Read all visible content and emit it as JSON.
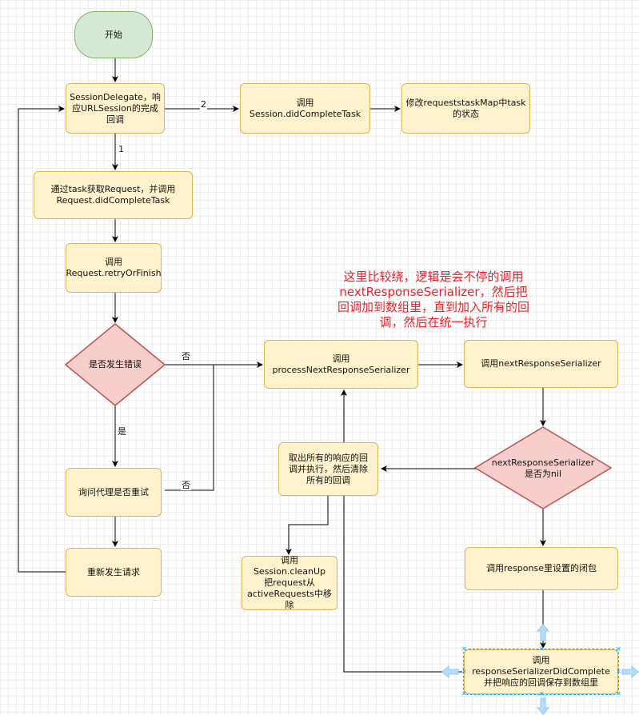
{
  "nodes": {
    "start": "开始",
    "session_delegate": "SessionDelegate，响\n应URLSession的完成\n回调",
    "session_did_complete_task": "调用\nSession.didCompleteTask",
    "modify_map": "修改requeststaskMap中task\n的状态",
    "get_request": "通过task获取Request，并调用\nRequest.didCompleteTask",
    "retry_or_finish": "调用\nRequest.retryOrFinish",
    "has_error": "是否发生错误",
    "ask_delegate_retry": "询问代理是否重试",
    "resend_request": "重新发生请求",
    "process_next": "调用\nprocessNextResponseSerializer",
    "call_next": "调用nextResponseSerializer",
    "next_is_nil": "nextResponseSerializer\n是否为nil",
    "call_closure": "调用response里设置的闭包",
    "did_complete": "调用\nresponseSerializerDidComplete\n并把响应的回调保存到数组里",
    "take_callbacks": "取出所有的响应的回\n调并执行，然后清除\n所有的回调",
    "cleanup": "调用Session.cleanUp\n把request从\nactiveRequests中移\n除"
  },
  "edge_labels": {
    "one": "1",
    "two": "2",
    "no_1": "否",
    "yes": "是",
    "no_2": "否"
  },
  "note": "这里比较绕，逻辑是会不停的调用nextResponseSerializer，然后把回调加到数组里，直到加入所有的回调，然后在统一执行",
  "colors": {
    "process_fill": "#fff2cc",
    "process_stroke": "#d6b656",
    "start_fill": "#d5e8d4",
    "start_stroke": "#82b366",
    "decision_fill": "#f8cecc",
    "decision_stroke": "#b85450",
    "note_text": "#e8222b",
    "selection": "#00a8ff"
  }
}
